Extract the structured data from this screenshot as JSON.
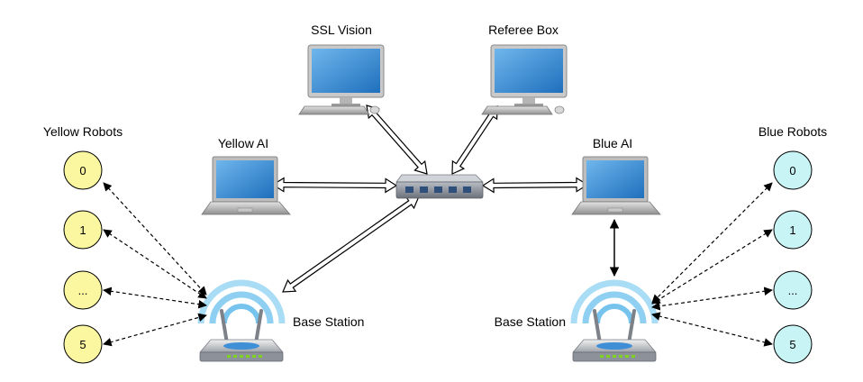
{
  "labels": {
    "ssl_vision": "SSL Vision",
    "referee_box": "Referee Box",
    "yellow_ai": "Yellow AI",
    "blue_ai": "Blue AI",
    "yellow_robots": "Yellow Robots",
    "blue_robots": "Blue Robots",
    "base_station_left": "Base Station",
    "base_station_right": "Base Station"
  },
  "yellow_robots": [
    "0",
    "1",
    "...",
    "5"
  ],
  "blue_robots": [
    "0",
    "1",
    "...",
    "5"
  ],
  "colors": {
    "yellow_robot_fill": "#fbf7a0",
    "blue_robot_fill": "#c9f4f6",
    "screen_blue": "#3f8fd6",
    "signal_blue": "#8fd0f2",
    "led_green": "#7ed321",
    "device_gray": "#9a9a9a"
  }
}
